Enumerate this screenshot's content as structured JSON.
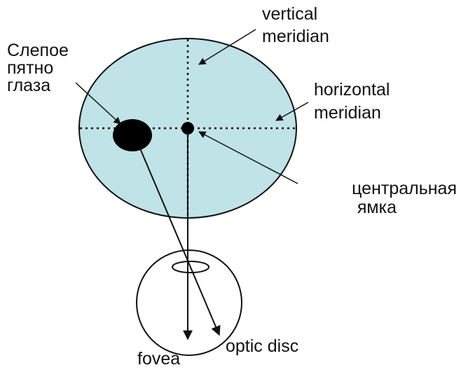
{
  "labels": {
    "blind_spot": {
      "line1": "Слепое",
      "line2": "пятно",
      "line3": "глаза"
    },
    "vertical_meridian": {
      "line1": "vertical",
      "line2": "meridian"
    },
    "horizontal_meridian": {
      "line1": "horizontal",
      "line2": "meridian"
    },
    "central_fovea": {
      "line1": "центральная",
      "line2": "ямка"
    },
    "optic_disc": "optic disc",
    "fovea": "fovea"
  },
  "colors": {
    "visual_field_fill": "#bfe3e6",
    "stroke": "#111111",
    "blind_spot_fill": "#000000",
    "eye_fill": "#ffffff"
  }
}
